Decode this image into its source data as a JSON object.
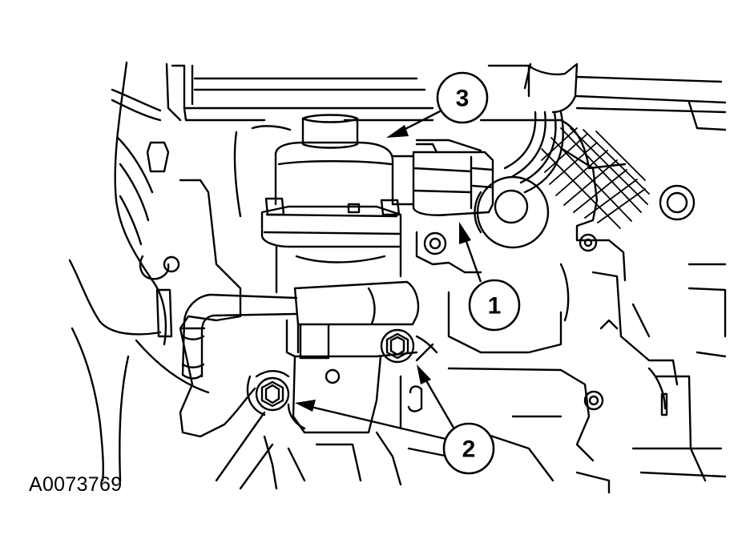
{
  "figure": {
    "id": "A0073769"
  },
  "callouts": [
    {
      "key": "c1",
      "number": "1",
      "target": "electrical-connector"
    },
    {
      "key": "c2",
      "number": "2",
      "target": "mounting-bolts"
    },
    {
      "key": "c3",
      "number": "3",
      "target": "egr-valve"
    }
  ],
  "colors": {
    "line": "#000000",
    "background": "#ffffff"
  }
}
